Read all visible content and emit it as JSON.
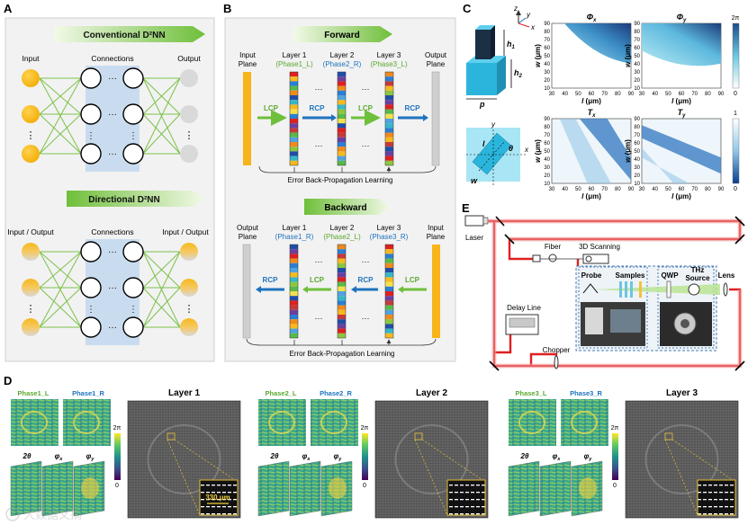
{
  "panels": {
    "a": "A",
    "b": "B",
    "c": "C",
    "d": "D",
    "e": "E"
  },
  "panel_a": {
    "conventional_title": "Conventional D²NN",
    "directional_title": "Directional D²NN",
    "input": "Input",
    "connections": "Connections",
    "output": "Output",
    "input_output": "Input / Output",
    "dots_h": "···",
    "dots_v": "⋮"
  },
  "panel_b": {
    "forward": "Forward",
    "backward": "Backward",
    "input_plane": [
      "Input",
      "Plane"
    ],
    "output_plane": [
      "Output",
      "Plane"
    ],
    "fwd_layers": [
      {
        "name": "Layer 1",
        "phase": "(Phase1_L)"
      },
      {
        "name": "Layer 2",
        "phase": "(Phase2_R)"
      },
      {
        "name": "Layer 3",
        "phase": "(Phase3_L)"
      }
    ],
    "bwd_layers": [
      {
        "name": "Layer 1",
        "phase": "(Phase1_R)"
      },
      {
        "name": "Layer 2",
        "phase": "(Phase2_L)"
      },
      {
        "name": "Layer 3",
        "phase": "(Phase3_R)"
      }
    ],
    "lcp": "LCP",
    "rcp": "RCP",
    "dots": "···",
    "error_label": "Error Back-Propagation Learning"
  },
  "panel_c": {
    "axes3d": {
      "z": "z",
      "y": "y",
      "x": "x"
    },
    "h1": "h",
    "h1_sub": "1",
    "h2": "h",
    "h2_sub": "2",
    "p": "p",
    "l": "l",
    "w": "w",
    "theta": "θ",
    "maps": [
      {
        "title_main": "Φ",
        "title_sub": "x"
      },
      {
        "title_main": "Φ",
        "title_sub": "y"
      },
      {
        "title_main": "T",
        "title_sub": "x"
      },
      {
        "title_main": "T",
        "title_sub": "y"
      }
    ],
    "xlabel_main": "l",
    "xlabel_unit": " (μm)",
    "ylabel_main": "w",
    "ylabel_unit": " (μm)",
    "x_ticks": [
      "30",
      "40",
      "50",
      "60",
      "70",
      "80",
      "90"
    ],
    "y_ticks": [
      "90",
      "80",
      "70",
      "60",
      "50",
      "40",
      "30",
      "20",
      "10"
    ],
    "cbar_phase": {
      "top": "2π",
      "bottom": "0"
    },
    "cbar_trans": {
      "top": "1",
      "bottom": "0"
    }
  },
  "panel_e": {
    "laser": "Laser",
    "fiber": "Fiber",
    "scanning": "3D Scanning",
    "probe": "Probe",
    "samples": "Samples",
    "qwp": "QWP",
    "thz": [
      "THz",
      "Source"
    ],
    "lens": "Lens",
    "delay_line": "Delay Line",
    "chopper": "Chopper"
  },
  "panel_d": {
    "groups": [
      {
        "phase_l": "Phase1_L",
        "phase_r": "Phase1_R",
        "layer": "Layer 1",
        "inset_label": "330 μm"
      },
      {
        "phase_l": "Phase2_L",
        "phase_r": "Phase2_R",
        "layer": "Layer 2"
      },
      {
        "phase_l": "Phase3_L",
        "phase_r": "Phase3_R",
        "layer": "Layer 3"
      }
    ],
    "theta2": "2θ",
    "phix": "φ",
    "phix_sub": "x",
    "phiy": "φ",
    "phiy_sub": "y",
    "cbar": {
      "top": "2π",
      "bottom": "0"
    }
  },
  "watermark": "大数据文摘"
}
